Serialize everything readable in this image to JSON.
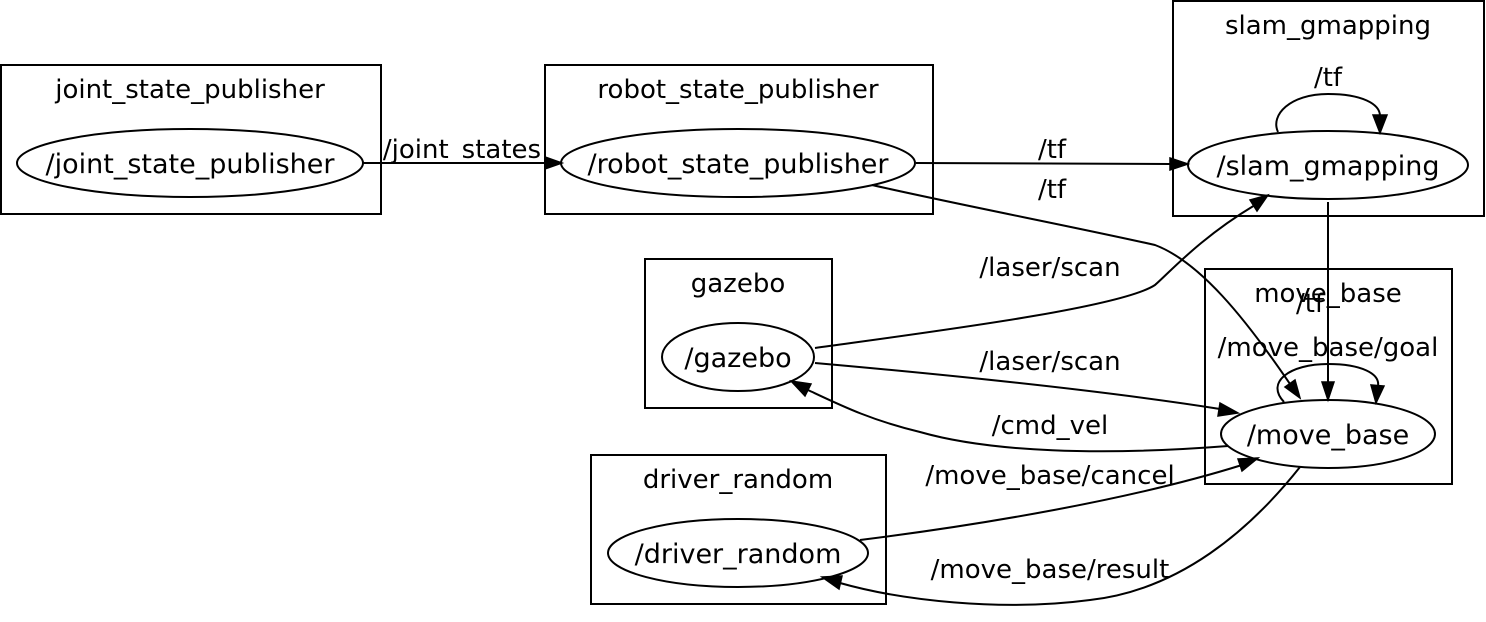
{
  "clusters": {
    "joint_state_publisher": "joint_state_publisher",
    "robot_state_publisher": "robot_state_publisher",
    "slam_gmapping": "slam_gmapping",
    "gazebo": "gazebo",
    "move_base": "move_base",
    "driver_random": "driver_random"
  },
  "nodes": {
    "joint_state_publisher": "/joint_state_publisher",
    "robot_state_publisher": "/robot_state_publisher",
    "slam_gmapping": "/slam_gmapping",
    "gazebo": "/gazebo",
    "move_base": "/move_base",
    "driver_random": "/driver_random"
  },
  "edges": {
    "joint_states": "/joint_states",
    "tf_rsp_slam": "/tf",
    "tf_rsp_movebase": "/tf",
    "tf_slam_self": "/tf",
    "tf_slam_movebase": "/tf",
    "laser_scan_slam": "/laser/scan",
    "laser_scan_movebase": "/laser/scan",
    "move_base_goal": "/move_base/goal",
    "cmd_vel": "/cmd_vel",
    "move_base_cancel": "/move_base/cancel",
    "move_base_result": "/move_base/result"
  }
}
